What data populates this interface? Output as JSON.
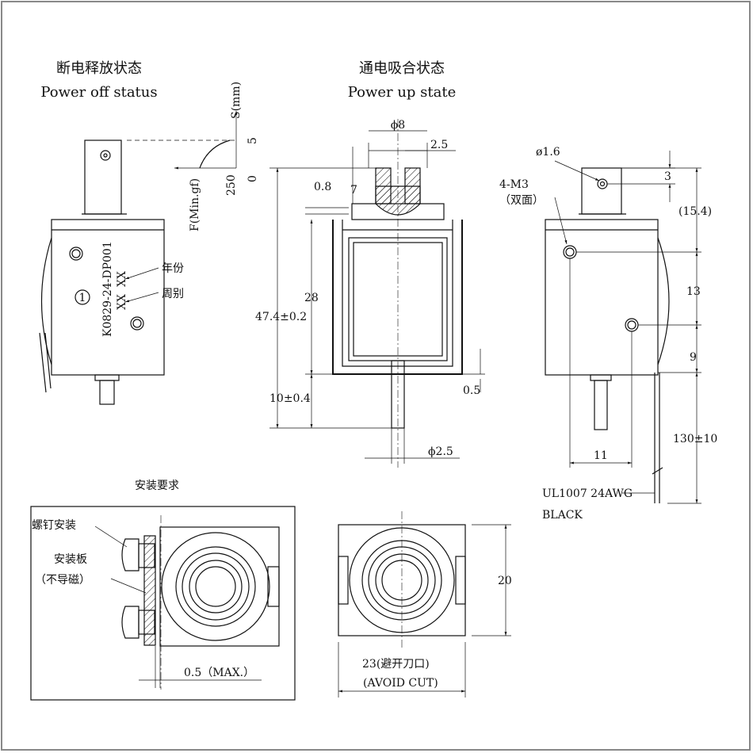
{
  "titles": {
    "off_cn": "断电释放状态",
    "off_en": "Power off status",
    "on_cn": "通电吸合状态",
    "on_en": "Power up state",
    "mount": "安装要求"
  },
  "graph": {
    "s_axis": "S(mm)",
    "f_axis": "F(Min.gf)",
    "s_tick": "5",
    "f_tick": "250",
    "origin": "0"
  },
  "left_view": {
    "part_no": "K0829-24-DP001",
    "xx1": "XX",
    "xx2": "XX",
    "circle_num": "1",
    "year": "年份",
    "week": "周别"
  },
  "center_view": {
    "phi8": "ϕ8",
    "d2_5": "2.5",
    "d0_8": "0.8",
    "d7": "7",
    "d28": "28",
    "d47": "47.4±0.2",
    "d10": "10±0.4",
    "d0_5": "0.5",
    "phi2_5": "ϕ2.5"
  },
  "right_view": {
    "phi1_6": "ø1.6",
    "d3": "3",
    "m3": "4-M3",
    "m3_note": "（双面）",
    "d15_4": "(15.4)",
    "d13": "13",
    "d9": "9",
    "d11": "11",
    "d130": "130±10",
    "wire": "UL1007 24AWG",
    "color": "BLACK"
  },
  "mount_view": {
    "screw": "螺钉安装",
    "plate": "安装板",
    "plate_note": "（不导磁）",
    "gap": "0.5（MAX.）"
  },
  "end_view": {
    "d20": "20",
    "d23": "23(避开刀口)",
    "avoid": "(AVOID CUT)"
  }
}
